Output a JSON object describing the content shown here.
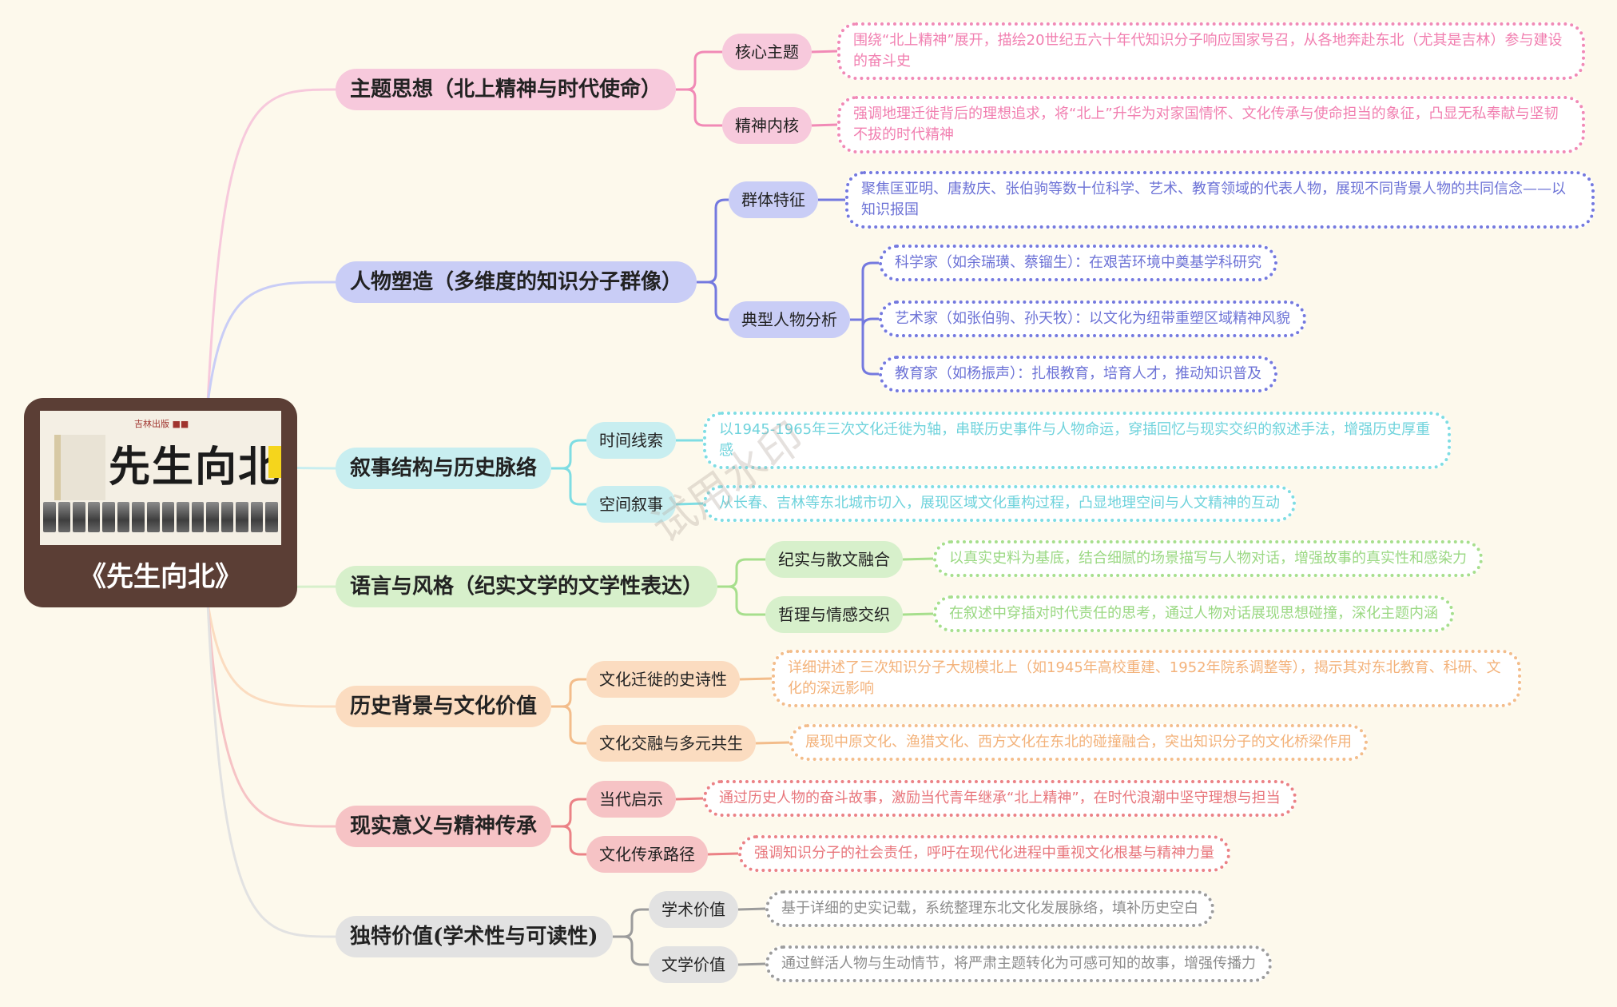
{
  "root": {
    "title": "《先生向北》",
    "cover_title": "先生向北",
    "cover_logo": "吉林出版 ■■"
  },
  "colors": {
    "pink": "#f7c9dc",
    "pink_text": "#f17fb0",
    "pink_border": "#f18ab6",
    "blue": "#c9cdf6",
    "blue_text": "#6c72d6",
    "blue_border": "#7479df",
    "cyan": "#c8eef0",
    "cyan_text": "#6fd3dc",
    "cyan_border": "#7fdde3",
    "green": "#d7f0cb",
    "green_text": "#9ad882",
    "green_border": "#a7df8d",
    "orange": "#fbdcc0",
    "orange_text": "#f3b27a",
    "orange_border": "#f3bd8b",
    "red": "#f6c3c5",
    "red_text": "#e8767c",
    "red_border": "#eb8286",
    "gray": "#e2e2e2",
    "gray_text": "#8c8c8c",
    "gray_border": "#9c9c9c"
  },
  "branches": [
    {
      "label": "主题思想（北上精神与时代使命）",
      "subs": [
        {
          "label": "核心主题",
          "leaves": [
            "围绕“北上精神”展开，描绘20世纪五六十年代知识分子响应国家号召，从各地奔赴东北（尤其是吉林）参与建设的奋斗史"
          ]
        },
        {
          "label": "精神内核",
          "leaves": [
            "强调地理迁徙背后的理想追求，将“北上”升华为对家国情怀、文化传承与使命担当的象征，凸显无私奉献与坚韧不拔的时代精神"
          ]
        }
      ]
    },
    {
      "label": "人物塑造（多维度的知识分子群像）",
      "subs": [
        {
          "label": "群体特征",
          "leaves": [
            "聚焦匡亚明、唐敖庆、张伯驹等数十位科学、艺术、教育领域的代表人物，展现不同背景人物的共同信念——以知识报国"
          ]
        },
        {
          "label": "典型人物分析",
          "leaves": [
            "科学家（如余瑞璜、蔡镏生）：在艰苦环境中奠基学科研究",
            "艺术家（如张伯驹、孙天牧）：以文化为纽带重塑区域精神风貌",
            "教育家（如杨振声）：扎根教育，培育人才，推动知识普及"
          ]
        }
      ]
    },
    {
      "label": "叙事结构与历史脉络",
      "subs": [
        {
          "label": "时间线索",
          "leaves": [
            "以1945-1965年三次文化迁徙为轴，串联历史事件与人物命运，穿插回忆与现实交织的叙述手法，增强历史厚重感"
          ]
        },
        {
          "label": "空间叙事",
          "leaves": [
            "从长春、吉林等东北城市切入，展现区域文化重构过程，凸显地理空间与人文精神的互动"
          ]
        }
      ]
    },
    {
      "label": "语言与风格（纪实文学的文学性表达）",
      "subs": [
        {
          "label": "纪实与散文融合",
          "leaves": [
            "以真实史料为基底，结合细腻的场景描写与人物对话，增强故事的真实性和感染力"
          ]
        },
        {
          "label": "哲理与情感交织",
          "leaves": [
            "在叙述中穿插对时代责任的思考，通过人物对话展现思想碰撞，深化主题内涵"
          ]
        }
      ]
    },
    {
      "label": "历史背景与文化价值",
      "subs": [
        {
          "label": "文化迁徙的史诗性",
          "leaves": [
            "详细讲述了三次知识分子大规模北上（如1945年高校重建、1952年院系调整等），揭示其对东北教育、科研、文化的深远影响"
          ]
        },
        {
          "label": "文化交融与多元共生",
          "leaves": [
            "展现中原文化、渔猎文化、西方文化在东北的碰撞融合，突出知识分子的文化桥梁作用"
          ]
        }
      ]
    },
    {
      "label": "现实意义与精神传承",
      "subs": [
        {
          "label": "当代启示",
          "leaves": [
            "通过历史人物的奋斗故事，激励当代青年继承“北上精神”，在时代浪潮中坚守理想与担当"
          ]
        },
        {
          "label": "文化传承路径",
          "leaves": [
            "强调知识分子的社会责任，呼吁在现代化进程中重视文化根基与精神力量"
          ]
        }
      ]
    },
    {
      "label": "独特价值(学术性与可读性)",
      "subs": [
        {
          "label": "学术价值",
          "leaves": [
            "基于详细的史实记载，系统整理东北文化发展脉络，填补历史空白"
          ]
        },
        {
          "label": "文学价值",
          "leaves": [
            "通过鲜活人物与生动情节，将严肃主题转化为可感可知的故事，增强传播力"
          ]
        }
      ]
    }
  ],
  "watermark": "试用水印"
}
